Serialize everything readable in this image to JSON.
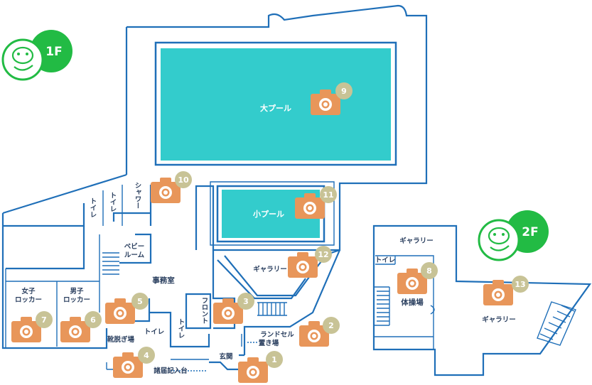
{
  "floors": {
    "first": {
      "badge": "1F"
    },
    "second": {
      "badge": "2F"
    }
  },
  "colors": {
    "wall": "#1f6fb8",
    "pool": "#33cccc",
    "camera": "#e8965a",
    "number_badge": "#c8c396",
    "floor_badge": "#22bb44"
  },
  "rooms_1f": {
    "large_pool": "大プール",
    "small_pool": "小プール",
    "shower": "シャワー",
    "toilet_a": "トイレ",
    "toilet_b": "トイレ",
    "baby_room_1": "ベビー",
    "baby_room_2": "ルーム",
    "office": "事務室",
    "womens_locker_1": "女子",
    "womens_locker_2": "ロッカー",
    "mens_locker_1": "男子",
    "mens_locker_2": "ロッカー",
    "shoe_area": "靴脱ぎ場",
    "toilet_c": "トイレ",
    "toilet_d": "トイレ",
    "front": "フロント",
    "gallery": "ギャラリー",
    "randsel_1": "ランドセル",
    "randsel_2": "置き場",
    "entrance": "玄関",
    "register_desk": "諸届記入台"
  },
  "rooms_2f": {
    "gallery_top": "ギャラリー",
    "toilet": "トイレ",
    "gym": "体操場",
    "gallery_right": "ギャラリー"
  },
  "camera_points": [
    "1",
    "2",
    "3",
    "4",
    "5",
    "6",
    "7",
    "8",
    "9",
    "10",
    "11",
    "12",
    "13"
  ],
  "icons": {
    "camera": "camera-icon",
    "mascot": "mascot-icon"
  }
}
